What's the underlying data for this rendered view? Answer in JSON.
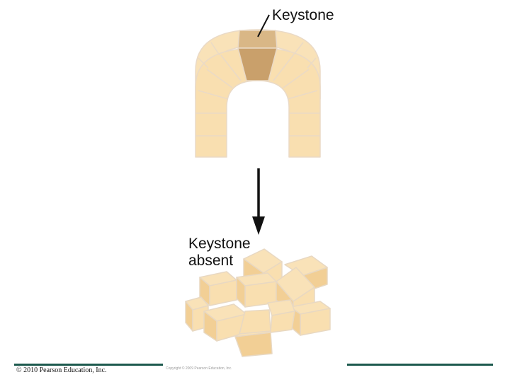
{
  "labels": {
    "keystone": "Keystone",
    "keystone_absent_line1": "Keystone",
    "keystone_absent_line2": "absent"
  },
  "footer": {
    "copyright": "© 2010 Pearson Education, Inc.",
    "faint_copyright": "Copyright © 2009 Pearson Education, Inc."
  },
  "colors": {
    "block_fill": "#f9dfb0",
    "block_shade": "#f2cf95",
    "block_edge": "#eadac6",
    "keystone_fill": "#dcb98a",
    "keystone_shade": "#c8a070",
    "rule": "#1d5a4e"
  }
}
